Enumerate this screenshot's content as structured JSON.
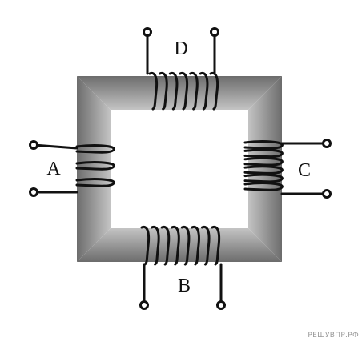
{
  "coils": {
    "A": {
      "label": "A",
      "turns": 3
    },
    "B": {
      "label": "B",
      "turns": 8
    },
    "C": {
      "label": "C",
      "turns": 6
    },
    "D": {
      "label": "D",
      "turns": 7
    }
  },
  "watermark": "РЕШУВПР.РФ",
  "colors": {
    "core_light": "#bdbdbd",
    "core_dark": "#6e6e6e",
    "ink": "#111111",
    "window": "#ffffff"
  }
}
